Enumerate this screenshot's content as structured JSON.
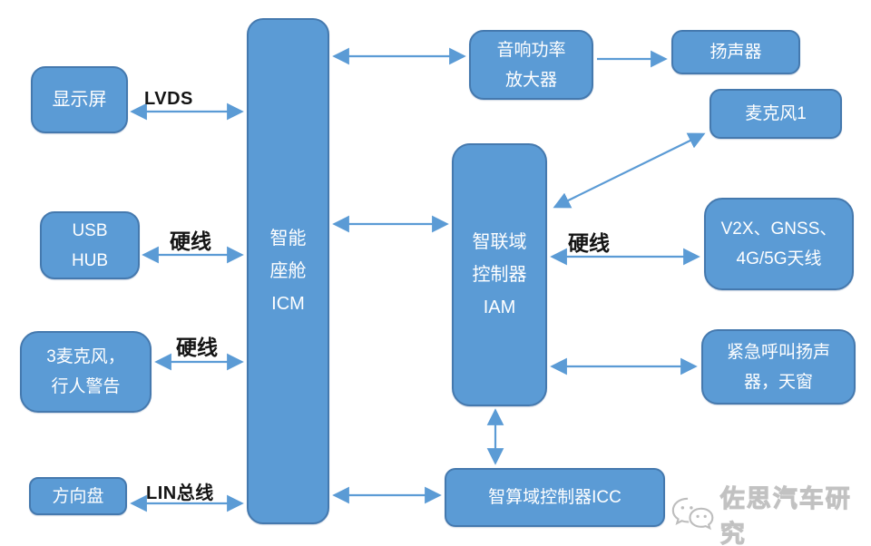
{
  "diagram": {
    "title_hint": "intelligent-cockpit-architecture",
    "colors": {
      "node_fill": "#5B9BD5",
      "node_border": "#4579AE",
      "arrow": "#5B9BD5",
      "node_text": "#FFFFFF",
      "edge_label_text": "#141414",
      "watermark_gray": "#B9B9B9",
      "background": "#FFFFFF"
    },
    "nodes": {
      "display": {
        "label": "显示屏"
      },
      "usb_hub": {
        "line1": "USB",
        "line2": "HUB"
      },
      "mic3": {
        "line1": "3麦克风，",
        "line2": "行人警告"
      },
      "steering": {
        "label": "方向盘"
      },
      "icm": {
        "line1": "智能",
        "line2": "座舱",
        "line3": "ICM"
      },
      "amp": {
        "line1": "音响功率",
        "line2": "放大器"
      },
      "speaker": {
        "label": "扬声器"
      },
      "mic1": {
        "label": "麦克风1"
      },
      "iam": {
        "line1": "智联域",
        "line2": "控制器",
        "line3": "IAM"
      },
      "v2x": {
        "line1": "V2X、GNSS、",
        "line2": "4G/5G天线"
      },
      "ecall": {
        "line1": "紧急呼叫扬声",
        "line2": "器，天窗"
      },
      "icc": {
        "label": "智算域控制器ICC"
      }
    },
    "edge_labels": {
      "lvds": "LVDS",
      "usb_wire": "硬线",
      "mic3_wire": "硬线",
      "lin_bus": "LIN总线",
      "v2x_wire": "硬线"
    },
    "connections": [
      {
        "from": "display",
        "to": "icm",
        "label": "LVDS",
        "bidirectional": true
      },
      {
        "from": "usb_hub",
        "to": "icm",
        "label": "硬线",
        "bidirectional": true
      },
      {
        "from": "mic3",
        "to": "icm",
        "label": "硬线",
        "bidirectional": true
      },
      {
        "from": "steering",
        "to": "icm",
        "label": "LIN总线",
        "bidirectional": true
      },
      {
        "from": "icm",
        "to": "amp",
        "label": "",
        "bidirectional": true
      },
      {
        "from": "amp",
        "to": "speaker",
        "label": "",
        "bidirectional": false
      },
      {
        "from": "icm",
        "to": "iam",
        "label": "",
        "bidirectional": true
      },
      {
        "from": "iam",
        "to": "mic1",
        "label": "",
        "bidirectional": true
      },
      {
        "from": "iam",
        "to": "v2x",
        "label": "硬线",
        "bidirectional": true
      },
      {
        "from": "iam",
        "to": "ecall",
        "label": "",
        "bidirectional": true
      },
      {
        "from": "iam",
        "to": "icc",
        "label": "",
        "bidirectional": true
      },
      {
        "from": "icm",
        "to": "icc",
        "label": "",
        "bidirectional": true
      }
    ],
    "watermark": {
      "icon": "wechat-icon",
      "text": "佐思汽车研究"
    }
  }
}
